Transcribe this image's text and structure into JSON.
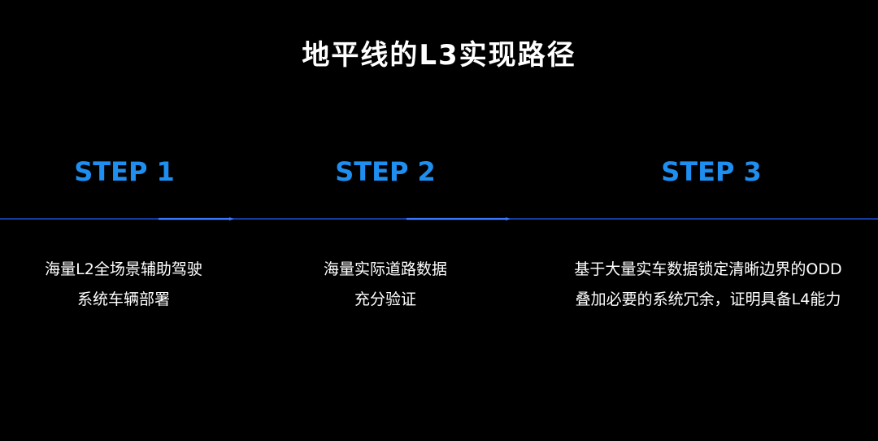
{
  "title": "地平线的L3实现路径",
  "colors": {
    "background": "#000000",
    "step_label": "#1e8ff0",
    "timeline": "#1a4fd0",
    "text": "#ffffff"
  },
  "steps": [
    {
      "label": "STEP 1",
      "lines": [
        "海量L2全场景辅助驾驶",
        "系统车辆部署"
      ]
    },
    {
      "label": "STEP 2",
      "lines": [
        "海量实际道路数据",
        "充分验证"
      ]
    },
    {
      "label": "STEP 3",
      "lines": [
        "基于大量实车数据锁定清晰边界的ODD",
        "叠加必要的系统冗余，证明具备L4能力"
      ]
    }
  ]
}
